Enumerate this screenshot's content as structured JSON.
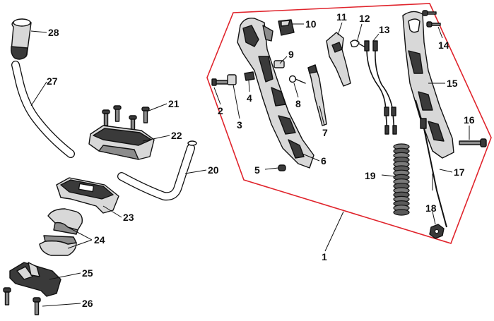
{
  "colors": {
    "assembly_outline": "#e0242c",
    "line": "#111111",
    "part_dark": "#3a3a3a",
    "part_light": "#d8d8d8"
  },
  "callouts": {
    "c1": "1",
    "c2": "2",
    "c3": "3",
    "c4": "4",
    "c5": "5",
    "c6": "6",
    "c7": "7",
    "c8": "8",
    "c9": "9",
    "c10": "10",
    "c11": "11",
    "c12": "12",
    "c13": "13",
    "c14": "14",
    "c15": "15",
    "c16": "16",
    "c17": "17",
    "c18": "18",
    "c19": "19",
    "c20": "20",
    "c21": "21",
    "c22": "22",
    "c23": "23",
    "c24": "24",
    "c25": "25",
    "c26": "26",
    "c27": "27",
    "c28": "28"
  }
}
